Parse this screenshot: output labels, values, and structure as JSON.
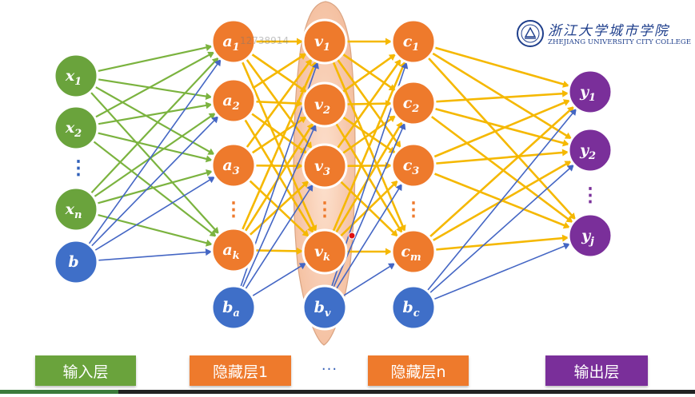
{
  "colors": {
    "input": "#6aa33c",
    "hidden": "#ee7a2c",
    "output": "#7a2f9a",
    "bias": "#3f6fc8",
    "edge_green": "#7bb33f",
    "edge_yellow": "#f5b800",
    "edge_blue": "#4466c4",
    "highlight": "#f6c8ad"
  },
  "layers": {
    "input": [
      {
        "base": "x",
        "sub": "1"
      },
      {
        "base": "x",
        "sub": "2"
      },
      {
        "base": "x",
        "sub": "n"
      }
    ],
    "input_bias": {
      "base": "b",
      "sub": ""
    },
    "hidden_a": [
      {
        "base": "a",
        "sub": "1"
      },
      {
        "base": "a",
        "sub": "2"
      },
      {
        "base": "a",
        "sub": "3"
      },
      {
        "base": "a",
        "sub": "k"
      }
    ],
    "bias_a": {
      "base": "b",
      "sub": "a"
    },
    "hidden_v": [
      {
        "base": "v",
        "sub": "1"
      },
      {
        "base": "v",
        "sub": "2"
      },
      {
        "base": "v",
        "sub": "3"
      },
      {
        "base": "v",
        "sub": "k"
      }
    ],
    "bias_v": {
      "base": "b",
      "sub": "v"
    },
    "hidden_c": [
      {
        "base": "c",
        "sub": "1"
      },
      {
        "base": "c",
        "sub": "2"
      },
      {
        "base": "c",
        "sub": "3"
      },
      {
        "base": "c",
        "sub": "m"
      }
    ],
    "bias_c": {
      "base": "b",
      "sub": "c"
    },
    "output": [
      {
        "base": "y",
        "sub": "1"
      },
      {
        "base": "y",
        "sub": "2"
      },
      {
        "base": "y",
        "sub": "j"
      }
    ]
  },
  "ellipsis_vertical": "⋮",
  "legend": {
    "input": "输入层",
    "hidden1": "隐藏层1",
    "dots": "···",
    "hiddenn": "隐藏层n",
    "output": "输出层"
  },
  "logo": {
    "cn": "浙江大学城市学院",
    "en": "ZHEJIANG UNIVERSITY CITY COLLEGE",
    "icon": "university-seal-icon"
  },
  "watermark": "12738914",
  "video_progress": 0.17
}
